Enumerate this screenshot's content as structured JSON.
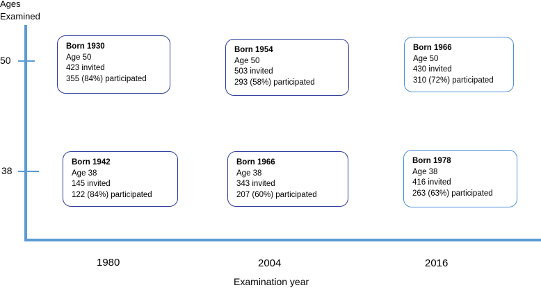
{
  "y_axis": {
    "title_line1": "Ages",
    "title_line2": "Examined",
    "ticks": [
      "50",
      "38"
    ]
  },
  "x_axis": {
    "title": "Examination year",
    "ticks": [
      "1980",
      "2004",
      "2016"
    ]
  },
  "cohorts": [
    {
      "born": "Born 1930",
      "age": "Age 50",
      "invited": "423 invited",
      "participated": "355 (84%) participated"
    },
    {
      "born": "Born 1954",
      "age": "Age 50",
      "invited": "503 invited",
      "participated": "293 (58%) participated"
    },
    {
      "born": "Born 1966",
      "age": "Age 50",
      "invited": "430 invited",
      "participated": "310 (72%) participated"
    },
    {
      "born": "Born 1942",
      "age": "Age 38",
      "invited": "145 invited",
      "participated": "122 (84%) participated"
    },
    {
      "born": "Born 1966",
      "age": "Age 38",
      "invited": "343 invited",
      "participated": "207 (60%) participated"
    },
    {
      "born": "Born 1978",
      "age": "Age 38",
      "invited": "416 invited",
      "participated": "263 (63%) participated"
    }
  ],
  "colors": {
    "axis": "#5b9bd5",
    "box_border_dark": "#2a3a9c",
    "box_border_light": "#4a90d9"
  }
}
